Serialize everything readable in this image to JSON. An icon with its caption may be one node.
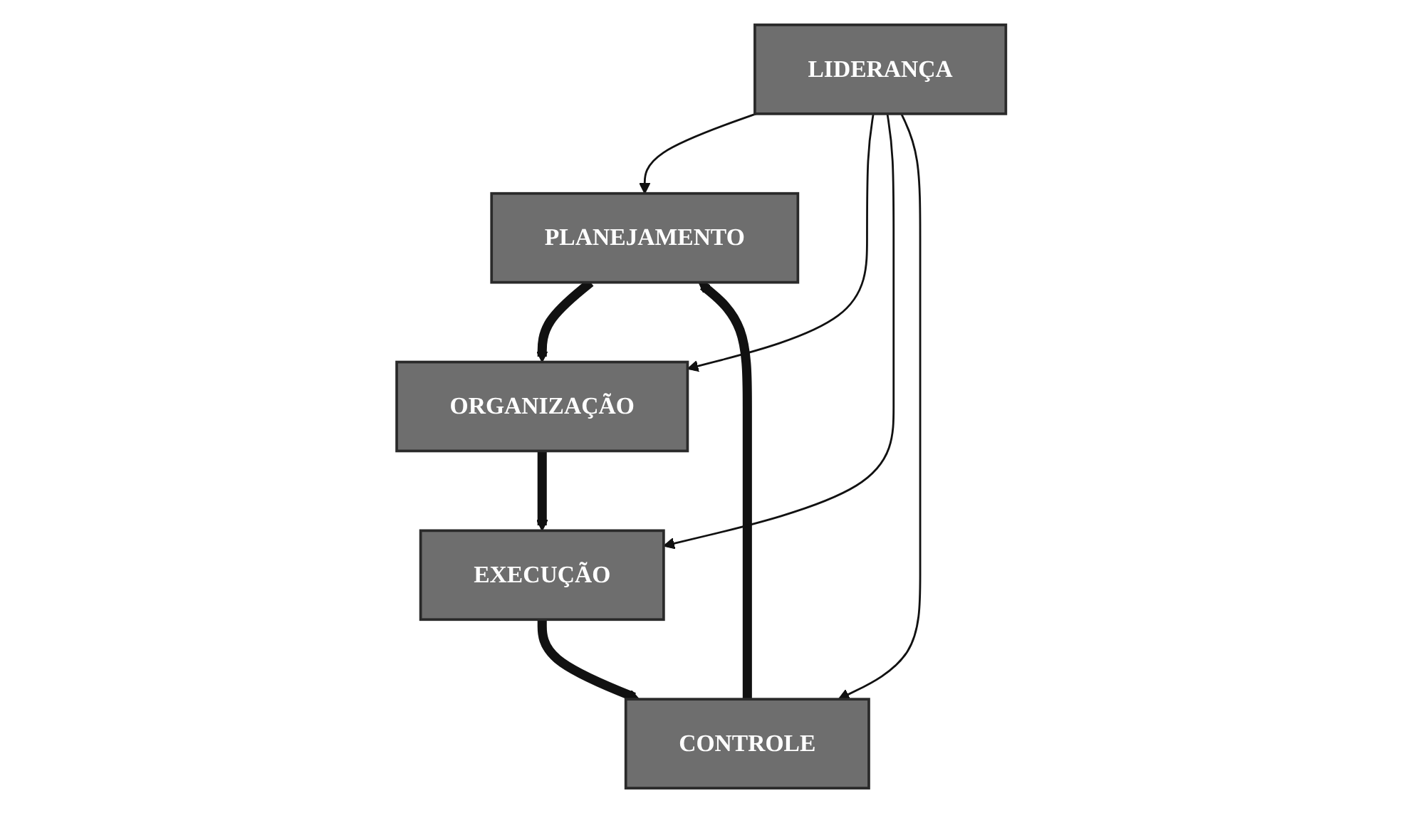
{
  "diagram": {
    "nodes": [
      {
        "text": [
          "PLANEJAMENTO"
        ]
      },
      {
        "text": [
          "ORGANIZAÇÃO"
        ]
      },
      {
        "text": [
          "LIDERANÇA"
        ]
      },
      {
        "text": [
          "CONTROLE"
        ]
      },
      {
        "text": [
          "EXECUÇÃO"
        ]
      }
    ],
    "edges": [
      {
        "from": 0,
        "to": 1,
        "arrow": "to",
        "style": "thick"
      },
      {
        "from": 1,
        "to": 4,
        "arrow": "to",
        "style": "thick"
      },
      {
        "from": 4,
        "to": 3,
        "arrow": "to",
        "style": "thick"
      },
      {
        "from": 3,
        "to": 0,
        "arrow": "to",
        "style": "thick"
      },
      {
        "from": 2,
        "to": 0,
        "arrow": "to"
      },
      {
        "from": 2,
        "to": 1,
        "arrow": "to"
      },
      {
        "from": 2,
        "to": 4,
        "arrow": "to"
      },
      {
        "from": 2,
        "to": 3,
        "arrow": "to"
      }
    ]
  }
}
